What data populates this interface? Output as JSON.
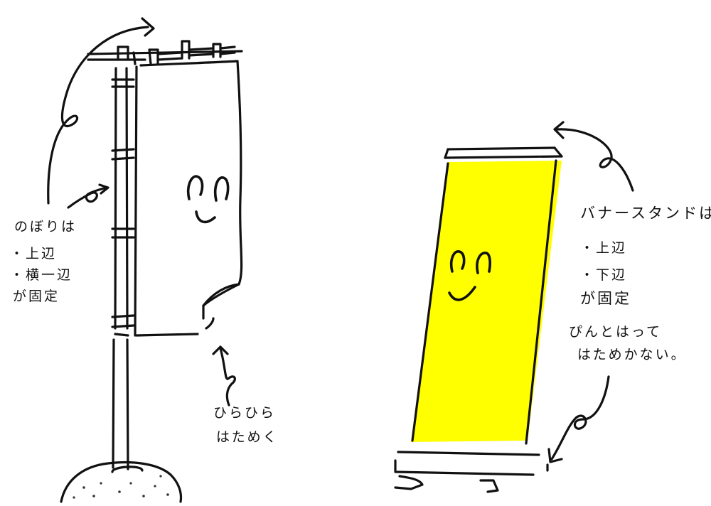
{
  "nobori_label": {
    "lines": [
      "のぼりは",
      "・上辺",
      "・横一辺",
      "が固定"
    ]
  },
  "flutter_label": {
    "lines": [
      "ひらひら",
      "はためく"
    ]
  },
  "banner_label": {
    "lines": [
      "バナースタンドは",
      "・上辺",
      "・下辺",
      "が固定"
    ]
  },
  "tension_label": {
    "lines": [
      "ぴんとはって",
      "はためかない。"
    ]
  },
  "colors": {
    "ink": "#111111",
    "banner_fill": "#ffff00",
    "paper": "#ffffff",
    "base_dots": "#333333"
  },
  "icons": [
    "smiley-face-icon",
    "curved-arrow-icon"
  ]
}
